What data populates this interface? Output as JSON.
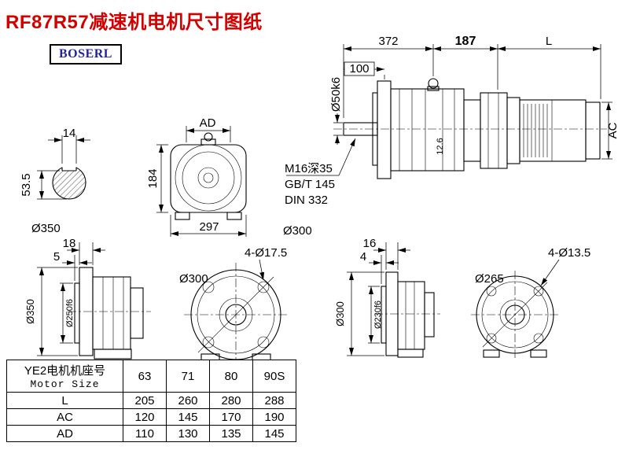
{
  "page": {
    "title": "RF87R57减速机电机尺寸图纸",
    "brand": "BOSERL"
  },
  "drawings": {
    "shaft_section": {
      "key_width": "14",
      "key_depth": "53.5",
      "flange_dia": "Ø350"
    },
    "front_view": {
      "width_dim": "AD",
      "height_dim": "184",
      "base_dim": "297"
    },
    "side_view": {
      "gearbox_len": "372",
      "mid_len": "187",
      "motor_len": "L",
      "shaft_len": "100",
      "shaft_dia": "Ø50k6",
      "motor_dia": "AC",
      "key_dim": "12.6",
      "tap_note": "M16深35",
      "std_note1": "GB/T 145",
      "std_note2": "DIN 332"
    },
    "flange_label": "Ø300",
    "view_b1": {
      "flange_thk": "18",
      "spigot_len": "5",
      "flange_dia": "Ø350",
      "spigot_dia": "Ø250f6"
    },
    "face1": {
      "bolt_circle": "Ø300",
      "holes": "4-Ø17.5"
    },
    "view_b2": {
      "flange_thk": "16",
      "spigot_len": "4",
      "flange_dia": "Ø300",
      "spigot_dia": "Ø230f6"
    },
    "face2": {
      "bolt_circle": "Ø265",
      "holes": "4-Ø13.5"
    }
  },
  "table": {
    "header_cn": "YE2电机机座号",
    "header_en": "Motor Size",
    "sizes": [
      "63",
      "71",
      "80",
      "90S"
    ],
    "rows": [
      {
        "label": "L",
        "values": [
          "205",
          "260",
          "280",
          "288"
        ]
      },
      {
        "label": "AC",
        "values": [
          "120",
          "145",
          "170",
          "190"
        ]
      },
      {
        "label": "AD",
        "values": [
          "110",
          "130",
          "135",
          "145"
        ]
      }
    ]
  }
}
